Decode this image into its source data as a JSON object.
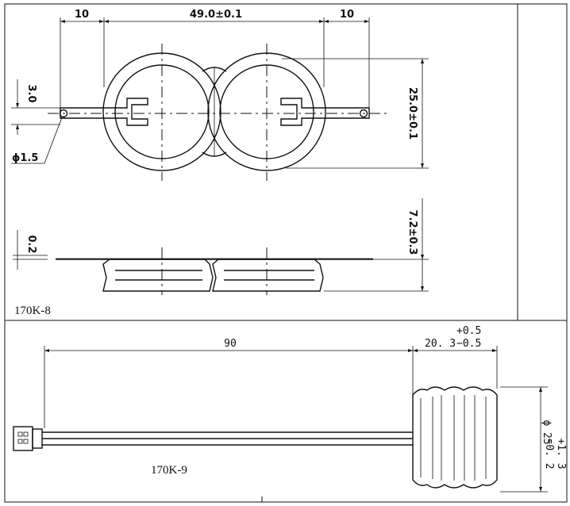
{
  "top_view": {
    "dim_left_lead": "10",
    "dim_center_pitch": "49.0±0.1",
    "dim_right_lead": "10",
    "dim_height": "25.0±0.1",
    "dim_lead_offset": "3.0",
    "dim_hole": "ϕ1.5"
  },
  "side_view": {
    "dim_thickness": "7.2±0.3",
    "dim_tab_thickness": "0.2"
  },
  "model_a_label": "170K-8",
  "bottom_view": {
    "dim_cable_length": "90",
    "dim_body_length": "20. 3",
    "dim_body_tol_plus": "+0.5",
    "dim_body_tol_minus": "−0.5",
    "dim_diameter": "ϕ 25",
    "dim_diameter_tol_plus": "+1. 3",
    "dim_diameter_tol_minus": "−0. 2"
  },
  "model_b_label": "170K-9"
}
